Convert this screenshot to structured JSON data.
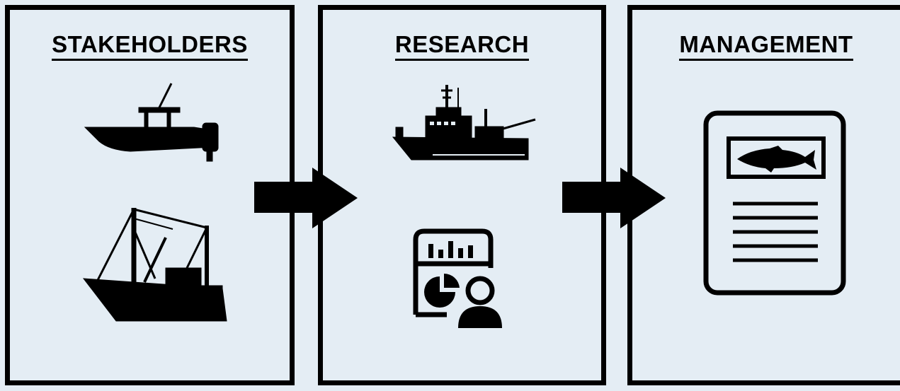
{
  "panels": [
    {
      "title": "STAKEHOLDERS"
    },
    {
      "title": "RESEARCH"
    },
    {
      "title": "MANAGEMENT"
    }
  ],
  "colors": {
    "background": "#e4edf4",
    "ink": "#000000"
  },
  "icons": {
    "stakeholders": [
      "recreational-boat-icon",
      "commercial-fishing-vessel-icon"
    ],
    "research": [
      "research-vessel-icon",
      "data-analysis-icon"
    ],
    "management": [
      "fish-report-document-icon"
    ]
  }
}
